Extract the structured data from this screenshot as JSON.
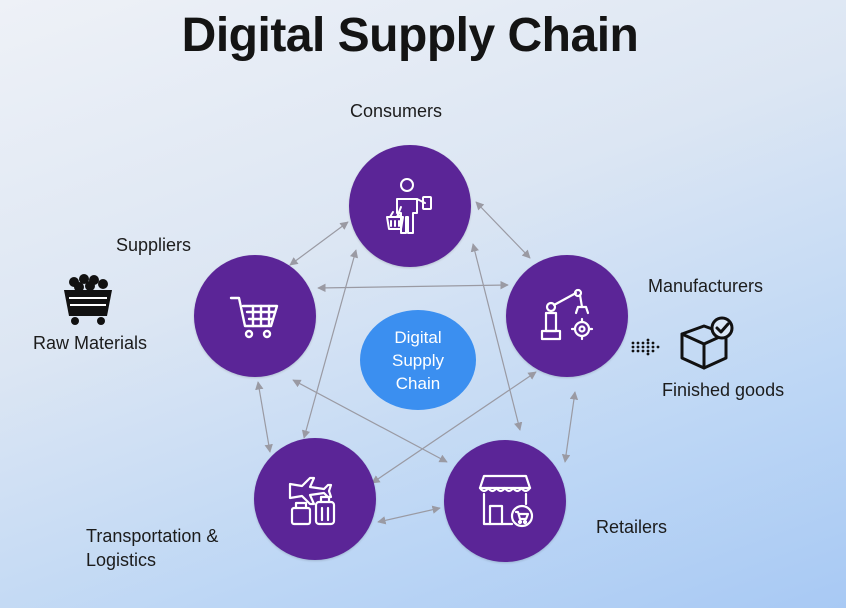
{
  "title": "Digital Supply Chain",
  "center_label": "Digital Supply Chain",
  "nodes": {
    "consumers": "Consumers",
    "suppliers": "Suppliers",
    "manufacturers": "Manufacturers",
    "transportation_line1": "Transportation &",
    "transportation_line2": "Logistics",
    "retailers": "Retailers"
  },
  "side_labels": {
    "raw_materials": "Raw Materials",
    "finished_goods": "Finished goods"
  },
  "colors": {
    "node": "#5b2597",
    "center": "#3b8ff0",
    "arrows": "#9a9aa3"
  },
  "icons": {
    "consumers": "shopper-with-basket-icon",
    "suppliers": "shopping-cart-icon",
    "manufacturers": "robot-arm-icon",
    "transportation": "airplane-luggage-icon",
    "retailers": "storefront-icon",
    "raw_materials": "mine-cart-icon",
    "finished_goods": "package-check-icon"
  }
}
